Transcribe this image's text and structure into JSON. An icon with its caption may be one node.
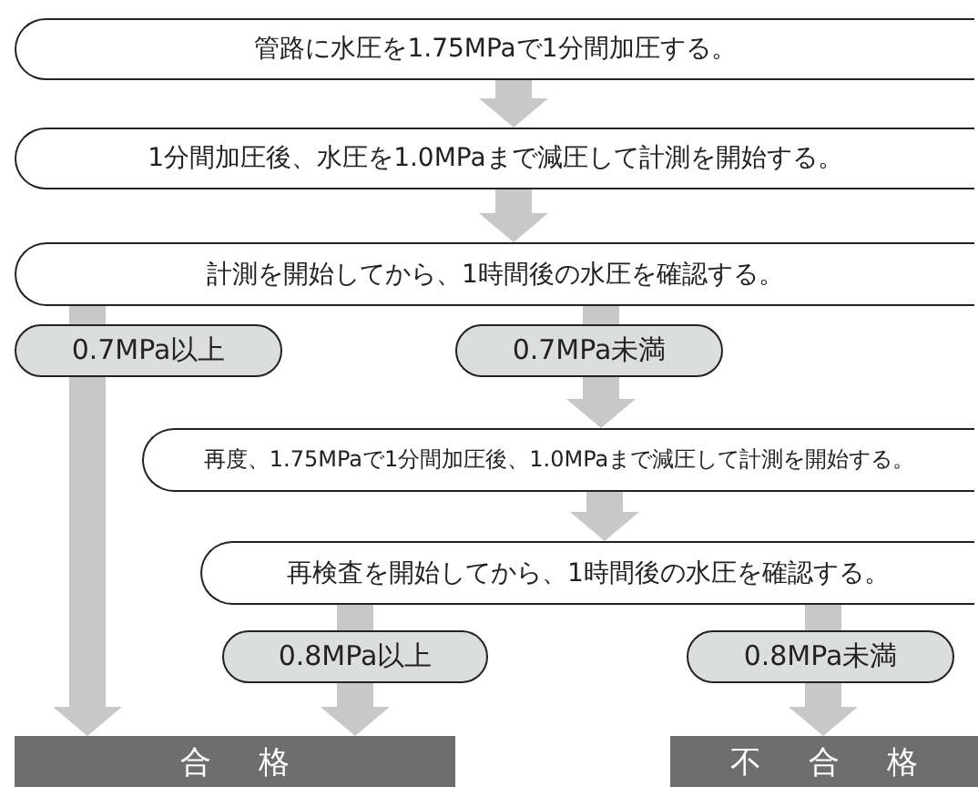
{
  "diagram": {
    "nodes": [
      {
        "text": [
          "管路に水圧を1.75MPaで1分間加圧する。"
        ]
      },
      {
        "text": [
          "1分間加圧後、水圧を1.0MPaまで減圧して計測を開始する。"
        ]
      },
      {
        "text": [
          "計測を開始してから、1時間後の水圧を確認する。"
        ]
      },
      {
        "text": [
          "0.7MPa以上"
        ]
      },
      {
        "text": [
          "0.7MPa未満"
        ]
      },
      {
        "text": [
          "再度、1.75MPaで1分間加圧後、1.0MPaまで減圧して計測を開始する。"
        ]
      },
      {
        "text": [
          "再検査を開始してから、1時間後の水圧を確認する。"
        ]
      },
      {
        "text": [
          "0.8MPa以上"
        ]
      },
      {
        "text": [
          "0.8MPa未満"
        ]
      },
      {
        "text": [
          "合格"
        ]
      },
      {
        "text": [
          "不合格"
        ]
      }
    ],
    "edges": [
      {
        "from": 0,
        "to": 1,
        "arrow": "to"
      },
      {
        "from": 1,
        "to": 2,
        "arrow": "to"
      },
      {
        "from": 2,
        "to": 3,
        "arrow": "none"
      },
      {
        "from": 3,
        "to": 9,
        "arrow": "to"
      },
      {
        "from": 2,
        "to": 4,
        "arrow": "none"
      },
      {
        "from": 4,
        "to": 5,
        "arrow": "to"
      },
      {
        "from": 5,
        "to": 6,
        "arrow": "to"
      },
      {
        "from": 6,
        "to": 7,
        "arrow": "none"
      },
      {
        "from": 7,
        "to": 9,
        "arrow": "to"
      },
      {
        "from": 6,
        "to": 8,
        "arrow": "none"
      },
      {
        "from": 8,
        "to": 10,
        "arrow": "to"
      }
    ]
  }
}
